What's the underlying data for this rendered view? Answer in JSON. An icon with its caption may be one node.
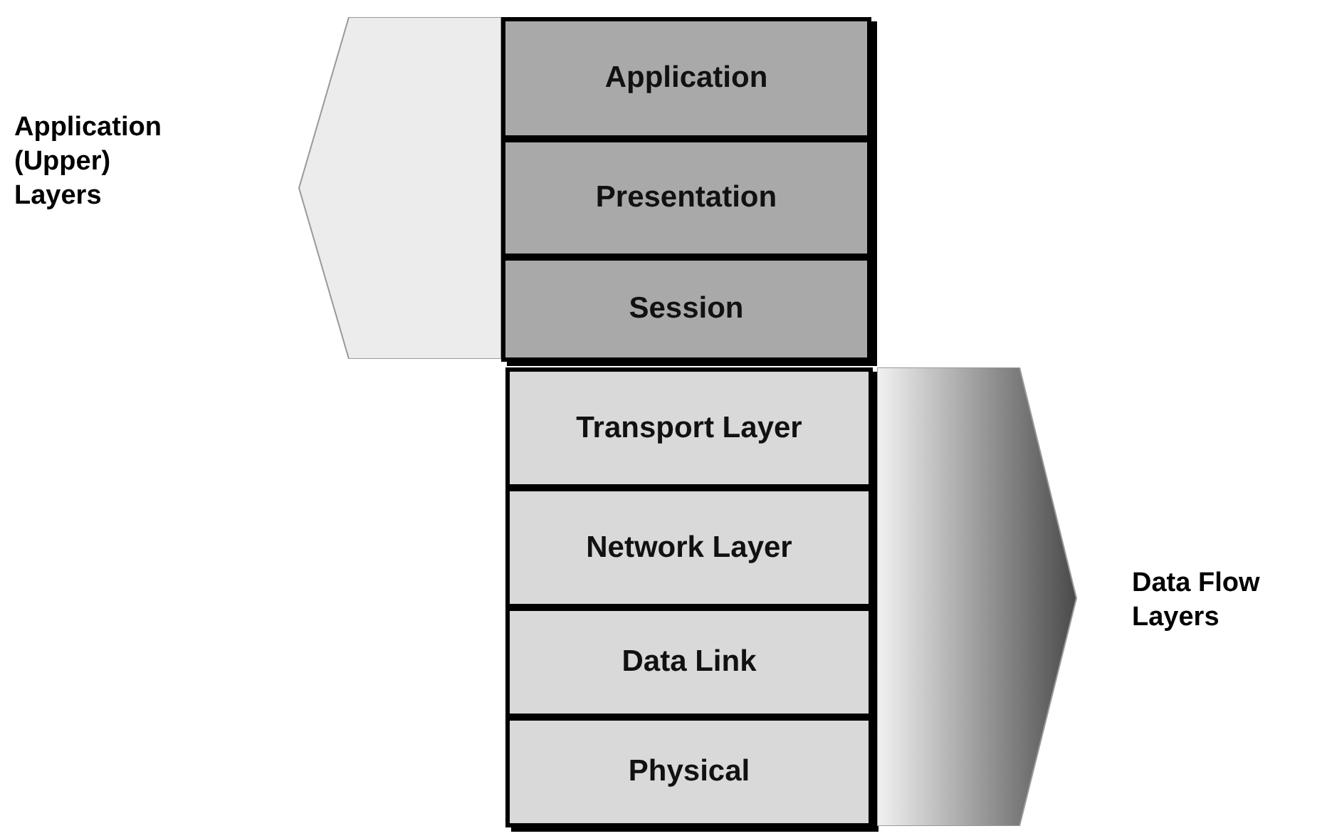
{
  "diagram": {
    "nodes": [
      {
        "text": [],
        "shape": "arrow"
      },
      {
        "text": [
          "Application"
        ]
      },
      {
        "text": [
          "Presentation"
        ]
      },
      {
        "text": [
          "Session"
        ]
      },
      {
        "text": [
          "Transport Layer"
        ]
      },
      {
        "text": [
          "Network Layer"
        ]
      },
      {
        "text": [
          "Data Link"
        ]
      },
      {
        "text": [
          "Physical"
        ]
      },
      {
        "text": [],
        "shape": "arrow"
      }
    ],
    "edges": [],
    "labels": [
      "Application (Upper) Layers",
      "Data Flow Layers"
    ]
  }
}
